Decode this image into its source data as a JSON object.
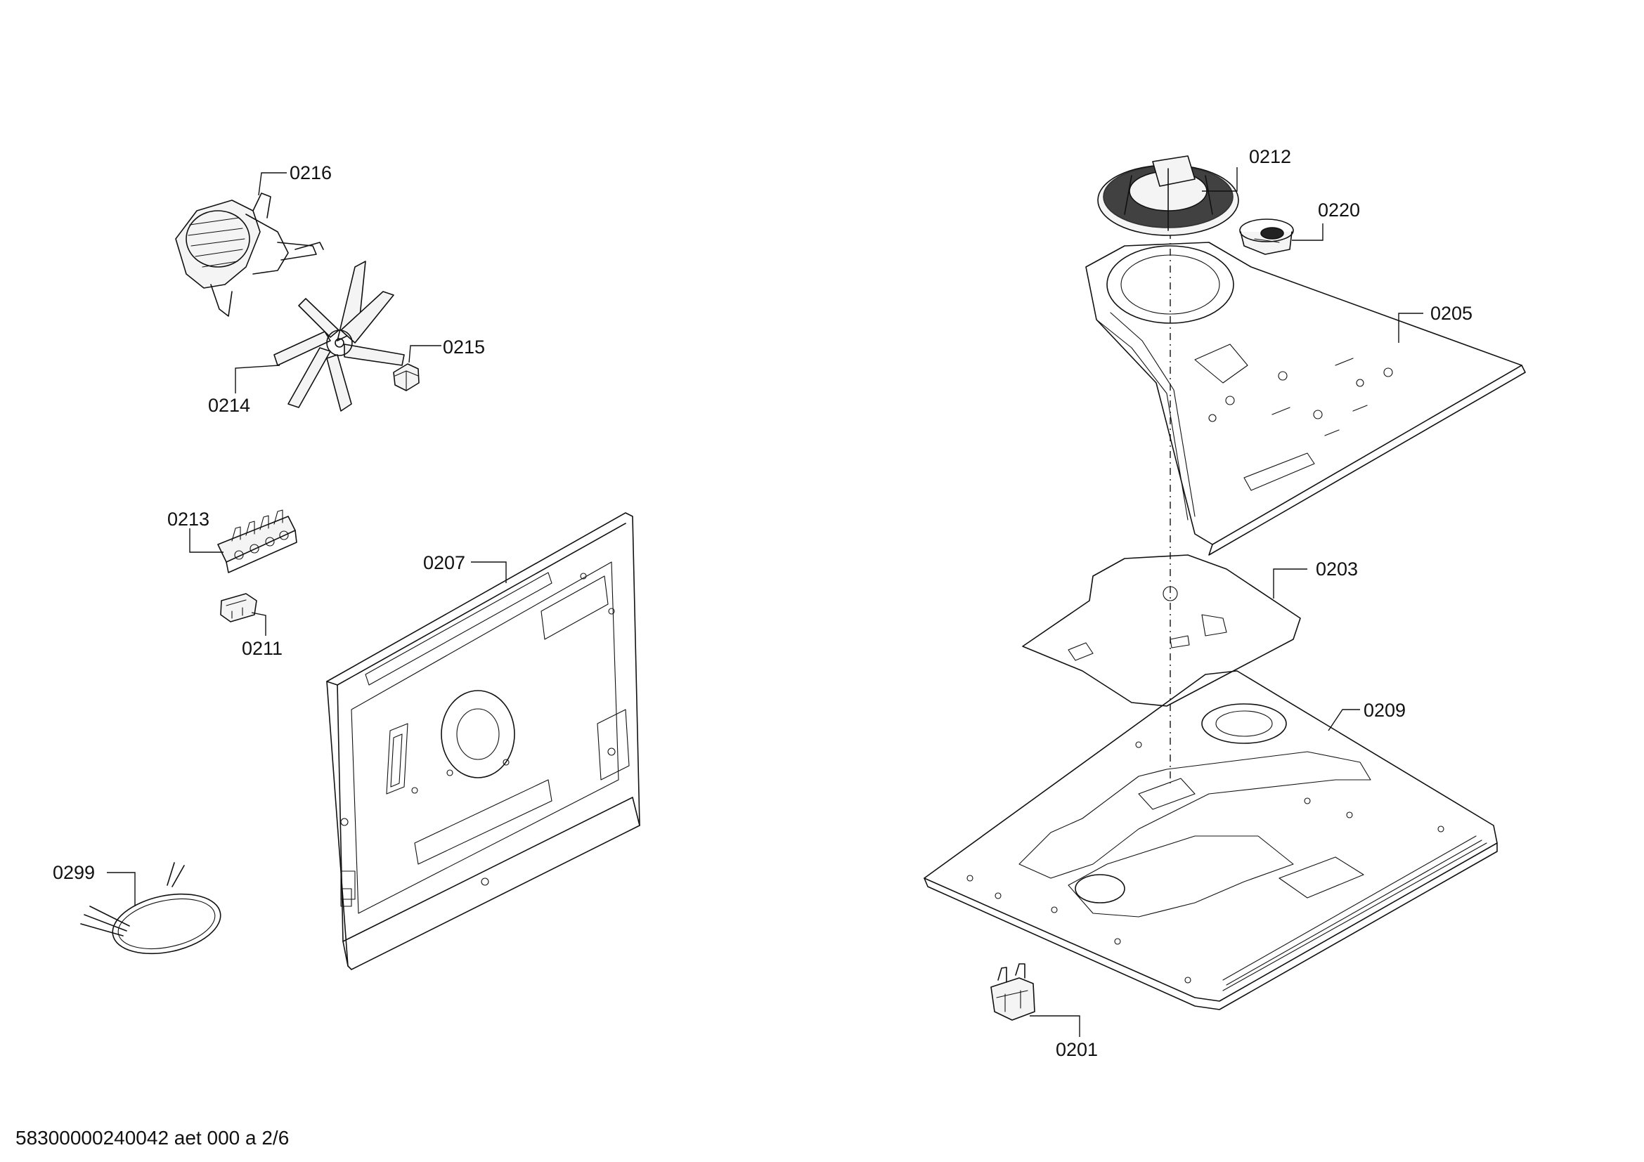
{
  "callouts": {
    "p0216": "0216",
    "p0215": "0215",
    "p0214": "0214",
    "p0213": "0213",
    "p0211": "0211",
    "p0207": "0207",
    "p0299": "0299",
    "p0212": "0212",
    "p0220": "0220",
    "p0205": "0205",
    "p0203": "0203",
    "p0209": "0209",
    "p0201": "0201"
  },
  "footer": {
    "document_code": "58300000240042 aet 000 a 2/6"
  }
}
